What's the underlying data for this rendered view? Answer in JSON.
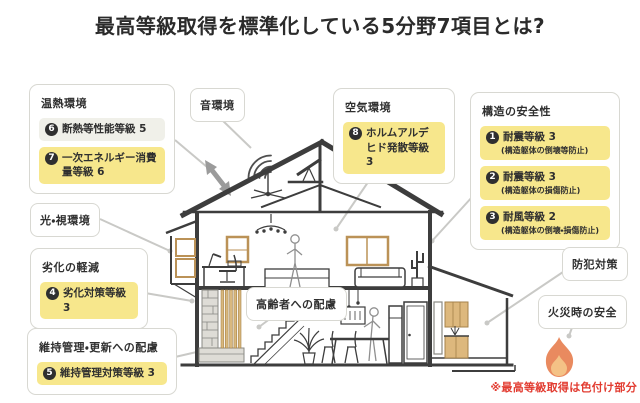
{
  "title": "最高等級取得を標準化している5分野7項目とは?",
  "footnote": "※最高等級取得は色付け部分",
  "colors": {
    "highlight": "#f7e78c",
    "muted": "#f0f0e9",
    "notered": "#e23b30",
    "boxborder": "#d8d8d2",
    "lineart": "#3d3d3d",
    "connector": "#c9c9c6",
    "wood": "#ddb87d",
    "flame": "#e98a5f",
    "flameinner": "#f4c286"
  },
  "categories": [
    {
      "id": "thermal",
      "label": "温熱環境",
      "items": [
        {
          "num": "6",
          "text": "断熱等性能等級 5",
          "highlight": false
        },
        {
          "num": "7",
          "text": "一次エネルギー消費量等級 6",
          "highlight": true
        }
      ]
    },
    {
      "id": "sound",
      "label": "音環境",
      "items": []
    },
    {
      "id": "air",
      "label": "空気環境",
      "items": [
        {
          "num": "8",
          "text": "ホルムアルデヒド発散等級 3",
          "highlight": true
        }
      ]
    },
    {
      "id": "structure",
      "label": "構造の安全性",
      "items": [
        {
          "num": "1",
          "text": "耐震等級 3",
          "note": "(構造躯体の倒壊等防止)",
          "highlight": true
        },
        {
          "num": "2",
          "text": "耐震等級 3",
          "note": "(構造躯体の損傷防止)",
          "highlight": true
        },
        {
          "num": "3",
          "text": "耐風等級 2",
          "note": "(構造躯体の倒壊・損傷防止)",
          "highlight": true
        }
      ]
    },
    {
      "id": "light",
      "label": "光・視環境",
      "items": []
    },
    {
      "id": "deterioration",
      "label": "劣化の軽減",
      "items": [
        {
          "num": "4",
          "text": "劣化対策等級 3",
          "highlight": true
        }
      ]
    },
    {
      "id": "maintenance",
      "label": "維持管理・更新への配慮",
      "items": [
        {
          "num": "5",
          "text": "維持管理対策等級 3",
          "highlight": true
        }
      ]
    },
    {
      "id": "elderly",
      "label": "高齢者への配慮",
      "items": []
    },
    {
      "id": "security",
      "label": "防犯対策",
      "items": []
    },
    {
      "id": "fire",
      "label": "火災時の安全",
      "items": []
    }
  ]
}
